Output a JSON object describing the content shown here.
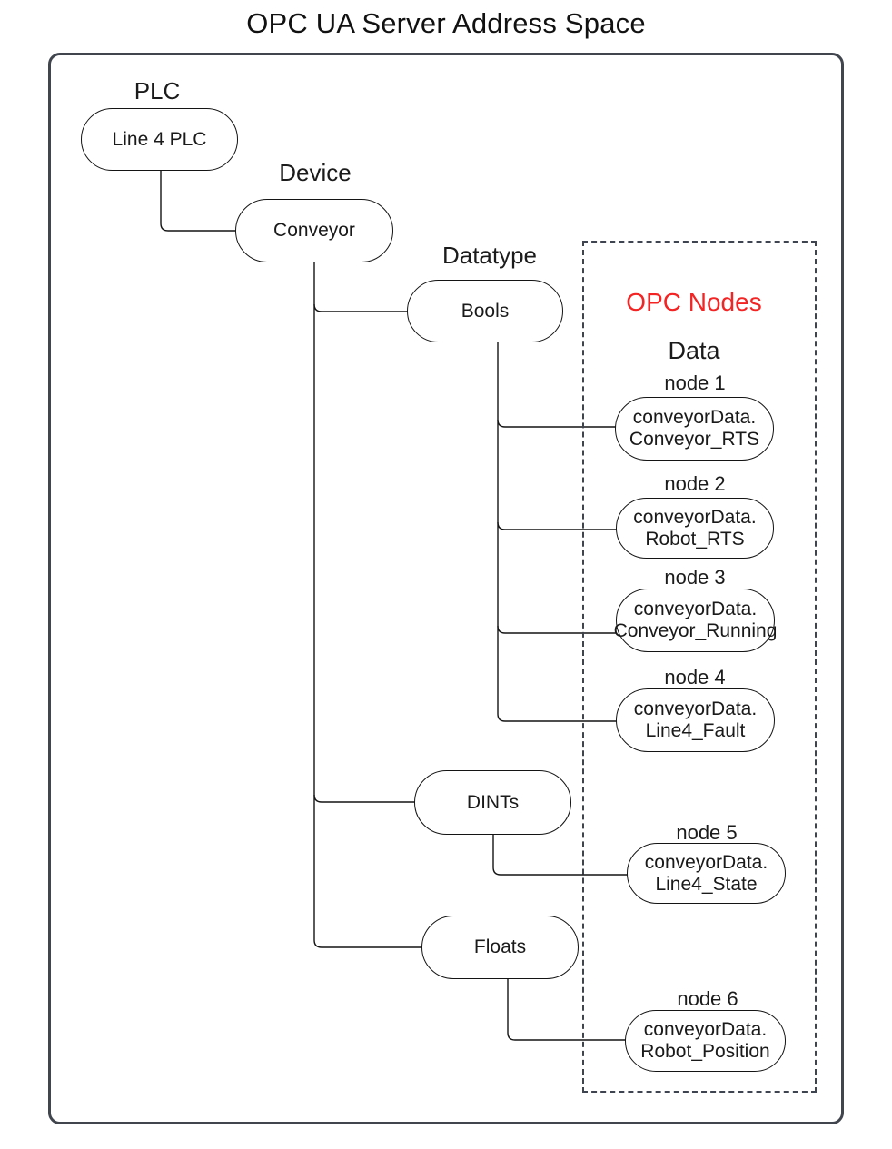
{
  "title": "OPC UA Server Address Space",
  "colors": {
    "opc_nodes_title": "#f22424",
    "frame_border": "#40454e",
    "dashed_border": "#3e4450",
    "node_outline": "#141414",
    "text": "#1a1a1a"
  },
  "groups": {
    "plc": {
      "label": "PLC",
      "node": "Line 4 PLC"
    },
    "device": {
      "label": "Device",
      "node": "Conveyor"
    },
    "datatype": {
      "label": "Datatype",
      "bools": "Bools",
      "dints": "DINTs",
      "floats": "Floats"
    }
  },
  "opc": {
    "title": "OPC Nodes",
    "subtitle": "Data",
    "nodes": [
      {
        "label": "node 1",
        "line1": "conveyorData.",
        "line2": "Conveyor_RTS"
      },
      {
        "label": "node 2",
        "line1": "conveyorData.",
        "line2": "Robot_RTS"
      },
      {
        "label": "node 3",
        "line1": "conveyorData.",
        "line2": "Conveyor_Running"
      },
      {
        "label": "node 4",
        "line1": "conveyorData.",
        "line2": "Line4_Fault"
      },
      {
        "label": "node 5",
        "line1": "conveyorData.",
        "line2": "Line4_State"
      },
      {
        "label": "node 6",
        "line1": "conveyorData.",
        "line2": "Robot_Position"
      }
    ]
  }
}
